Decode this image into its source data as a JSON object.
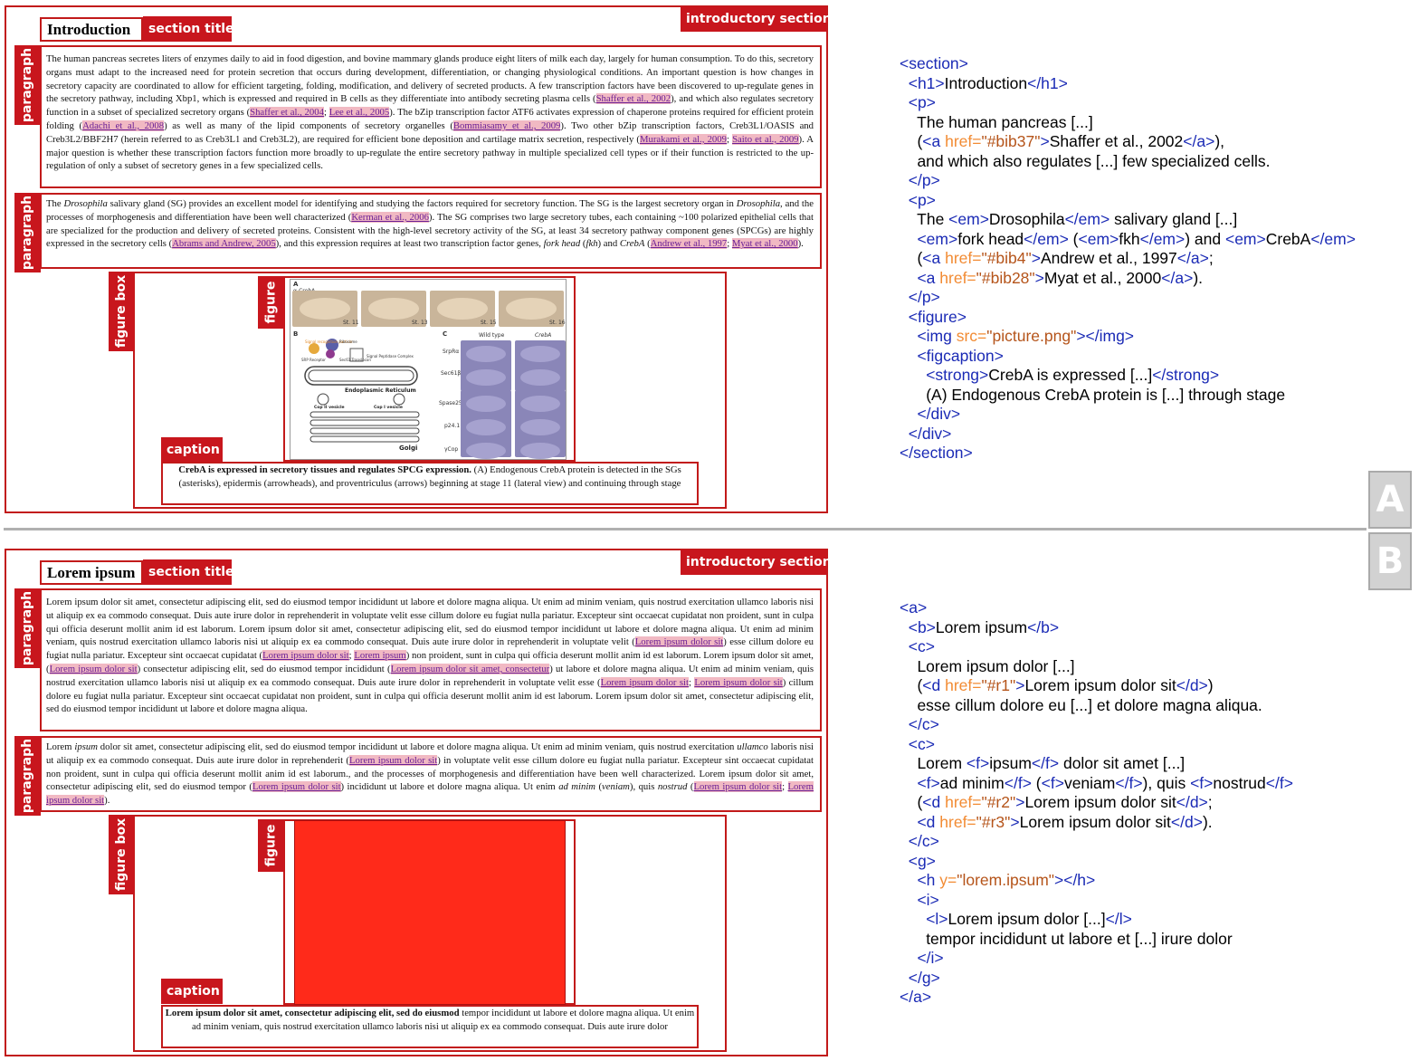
{
  "colors": {
    "tag_red": "#c8161d",
    "box_red": "#c21a1a",
    "ref_highlight": "#f1b9c3",
    "code_tag": "#1a2ab5",
    "code_attr": "#f28b33",
    "code_value": "#b5541a",
    "placeholder_figure": "#ff2a1a"
  },
  "labels": {
    "section_title": "section title",
    "introductory_section": "introductory section",
    "paragraph": "paragraph",
    "figure_box": "figure box",
    "figure": "figure",
    "caption": "caption",
    "panel_a": "A",
    "panel_b": "B"
  },
  "panel_a": {
    "heading": "Introduction",
    "para1": [
      {
        "t": "The human pancreas secretes liters of enzymes daily to aid in food digestion, and bovine mammary glands produce eight liters of milk each day, largely for human consumption. To do this, secretory organs must adapt to the increased need for protein secretion that occurs during development, differentiation, or changing physiological conditions. An important question is how changes in secretory capacity are coordinated to allow for efficient targeting, folding, modification, and delivery of secreted products. A few transcription factors have been discovered to up-regulate genes in the secretory pathway, including Xbp1, which is expressed and required in B cells as they differentiate into antibody secreting plasma cells ("
      },
      {
        "r": "Shaffer et al., 2002"
      },
      {
        "t": "), and which also regulates secretory function in a subset of specialized secretory organs ("
      },
      {
        "r": "Shaffer et al., 2004"
      },
      {
        "t": "; "
      },
      {
        "r": "Lee et al., 2005"
      },
      {
        "t": "). The bZip transcription factor ATF6 activates expression of chaperone proteins required for efficient protein folding ("
      },
      {
        "r": "Adachi et al., 2008"
      },
      {
        "t": ") as well as many of the lipid components of secretory organelles ("
      },
      {
        "r": "Bommiasamy et al., 2009"
      },
      {
        "t": "). Two other bZip transcription factors, Creb3L1/OASIS and Creb3L2/BBF2H7 (herein referred to as Creb3L1 and Creb3L2), are required for efficient bone deposition and cartilage matrix secretion, respectively ("
      },
      {
        "r": "Murakami et al., 2009"
      },
      {
        "t": "; "
      },
      {
        "r": "Saito et al., 2009"
      },
      {
        "t": "). A major question is whether these transcription factors function more broadly to up-regulate the entire secretory pathway in multiple specialized cell types or if their function is restricted to the up-regulation of only a subset of secretory genes in a few specialized cells."
      }
    ],
    "para2": [
      {
        "t": "The "
      },
      {
        "i": "Drosophila"
      },
      {
        "t": " salivary gland (SG) provides an excellent model for identifying and studying the factors required for secretory function. The SG is the largest secretory organ in "
      },
      {
        "i": "Drosophila"
      },
      {
        "t": ", and the processes of morphogenesis and differentiation have been well characterized ("
      },
      {
        "r": "Kerman et al., 2006"
      },
      {
        "t": "). The SG comprises two large secretory tubes, each containing ~100 polarized epithelial cells that are specialized for the production and delivery of secreted proteins. Consistent with the high-level secretory activity of the SG, at least 34 secretory pathway component genes (SPCGs) are highly expressed in the secretory cells ("
      },
      {
        "r": "Abrams and Andrew, 2005"
      },
      {
        "t": "), and this expression requires at least two transcription factor genes, "
      },
      {
        "i": "fork head"
      },
      {
        "t": " ("
      },
      {
        "i": "fkh"
      },
      {
        "t": ") and "
      },
      {
        "i": "CrebA"
      },
      {
        "t": " ("
      },
      {
        "r": "Andrew et al., 1997"
      },
      {
        "t": "; "
      },
      {
        "r": "Myat et al., 2000"
      },
      {
        "t": ")."
      }
    ],
    "caption": [
      {
        "b": "CrebA is expressed in secretory tissues and regulates SPCG expression."
      },
      {
        "t": " (A) Endogenous CrebA protein is detected in the SGs (asterisks), epidermis (arrowheads), and proventriculus (arrows) beginning at stage 11 (lateral view) and continuing through stage"
      }
    ],
    "figure": {
      "panel_a_label": "A",
      "panel_a_sub": "α-CrebA",
      "stages": [
        "St. 11",
        "St. 13",
        "St. 15",
        "St. 16"
      ],
      "panel_b_label": "B",
      "panel_c_label": "C",
      "col_headers": [
        "Wild type",
        "CrebA"
      ],
      "row_labels": [
        "SrpRα",
        "Sec61β",
        "Spase25",
        "p24.1",
        "γCop"
      ],
      "diagram_labels": [
        "Signal recognition particle",
        "Ribosome",
        "Sec61 Translocon",
        "SRP Receptor",
        "Signal Peptidase Complex",
        "Endoplasmic Reticulum",
        "Cop II vesicle",
        "Cop I vesicle",
        "Golgi"
      ]
    }
  },
  "panel_b": {
    "heading": "Lorem ipsum",
    "para1": [
      {
        "t": "Lorem ipsum dolor sit amet, consectetur adipiscing elit, sed do eiusmod tempor incididunt ut labore et dolore magna aliqua. Ut enim ad minim veniam, quis nostrud exercitation ullamco laboris nisi ut aliquip ex ea commodo consequat. Duis aute irure dolor in reprehenderit in voluptate velit esse cillum dolore eu fugiat nulla pariatur. Excepteur sint occaecat cupidatat non proident, sunt in culpa qui officia deserunt mollit anim id est laborum. Lorem ipsum dolor sit amet, consectetur adipiscing elit, sed do eiusmod tempor incididunt ut labore et dolore magna aliqua. Ut enim ad minim veniam, quis nostrud exercitation ullamco laboris nisi ut aliquip ex ea commodo consequat. Duis aute irure dolor in reprehenderit in voluptate velit ("
      },
      {
        "r": "Lorem ipsum dolor sit"
      },
      {
        "t": ") esse cillum dolore eu fugiat nulla pariatur. Excepteur sint occaecat cupidatat ("
      },
      {
        "r": "Lorem ipsum dolor sit"
      },
      {
        "t": "; "
      },
      {
        "r": "Lorem ipsum"
      },
      {
        "t": ") non proident, sunt in culpa qui officia deserunt mollit anim id est laborum. Lorem ipsum dolor sit amet, ("
      },
      {
        "r": "Lorem ipsum dolor sit"
      },
      {
        "t": ") consectetur adipiscing elit, sed do eiusmod tempor incididunt ("
      },
      {
        "r": "Lorem ipsum dolor sit amet, consectetur"
      },
      {
        "t": ") ut labore et dolore magna aliqua. Ut enim ad minim veniam, quis nostrud exercitation ullamco laboris nisi ut aliquip ex ea commodo consequat. Duis aute irure dolor in reprehenderit in voluptate velit esse ("
      },
      {
        "r": "Lorem ipsum dolor sit"
      },
      {
        "t": "; "
      },
      {
        "r": "Lorem ipsum dolor sit"
      },
      {
        "t": ") cillum dolore eu fugiat nulla pariatur. Excepteur sint occaecat cupidatat non proident, sunt in culpa qui officia deserunt mollit anim id est laborum. Lorem ipsum dolor sit amet, consectetur adipiscing elit, sed do eiusmod tempor incididunt ut labore et dolore magna aliqua."
      }
    ],
    "para2": [
      {
        "t": "Lorem "
      },
      {
        "i": "ipsum"
      },
      {
        "t": " dolor sit amet, consectetur adipiscing elit, sed do eiusmod tempor incididunt ut labore et dolore magna aliqua. Ut enim ad minim veniam, quis nostrud exercitation "
      },
      {
        "i": "ullamco"
      },
      {
        "t": " laboris nisi ut aliquip ex ea commodo consequat. Duis aute irure dolor in reprehenderit ("
      },
      {
        "r": "Lorem ipsum dolor sit"
      },
      {
        "t": ") in voluptate velit esse cillum dolore eu fugiat nulla pariatur. Excepteur sint occaecat cupidatat non proident, sunt in culpa qui officia deserunt mollit anim id est laborum., and the processes of morphogenesis and differentiation have been well characterized. Lorem ipsum dolor sit amet, consectetur adipiscing elit, sed do eiusmod tempor ("
      },
      {
        "r": "Lorem ipsum dolor sit"
      },
      {
        "t": ") incididunt ut labore et dolore magna aliqua. Ut enim "
      },
      {
        "i": "ad minim"
      },
      {
        "t": " ("
      },
      {
        "i": "veniam"
      },
      {
        "t": "), quis "
      },
      {
        "i": "nostrud"
      },
      {
        "t": " ("
      },
      {
        "r": "Lorem ipsum dolor sit"
      },
      {
        "t": "; "
      },
      {
        "r": "Lorem ipsum dolor sit"
      },
      {
        "t": ")."
      }
    ],
    "caption": [
      {
        "b": "Lorem ipsum dolor sit amet, consectetur adipiscing elit, sed do eiusmod"
      },
      {
        "t": " tempor incididunt ut labore et dolore magna aliqua. Ut enim ad minim veniam, quis nostrud exercitation ullamco laboris nisi ut aliquip ex ea commodo consequat. Duis aute irure dolor"
      }
    ]
  },
  "code_a": [
    [
      {
        "t": "<section>"
      }
    ],
    [
      {
        "p": "  "
      },
      {
        "t": "<h1>"
      },
      {
        "x": "Introduction"
      },
      {
        "t": "</h1>"
      }
    ],
    [
      {
        "p": "  "
      },
      {
        "t": "<p>"
      }
    ],
    [
      {
        "p": "    "
      },
      {
        "x": "The human pancreas [...]"
      }
    ],
    [
      {
        "p": "    "
      },
      {
        "x": "("
      },
      {
        "t": "<a "
      },
      {
        "a": "href="
      },
      {
        "v": "\"#bib37\""
      },
      {
        "t": ">"
      },
      {
        "x": "Shaffer et al., 2002"
      },
      {
        "t": "</a>"
      },
      {
        "x": "),"
      }
    ],
    [
      {
        "p": "    "
      },
      {
        "x": "and which also regulates [...] few specialized cells."
      }
    ],
    [
      {
        "p": "  "
      },
      {
        "t": "</p>"
      }
    ],
    [
      {
        "p": "  "
      },
      {
        "t": "<p>"
      }
    ],
    [
      {
        "p": "    "
      },
      {
        "x": "The "
      },
      {
        "t": "<em>"
      },
      {
        "x": "Drosophila"
      },
      {
        "t": "</em>"
      },
      {
        "x": " salivary gland [...]"
      }
    ],
    [
      {
        "p": "    "
      },
      {
        "t": "<em>"
      },
      {
        "x": "fork head"
      },
      {
        "t": "</em>"
      },
      {
        "x": " ("
      },
      {
        "t": "<em>"
      },
      {
        "x": "fkh"
      },
      {
        "t": "</em>"
      },
      {
        "x": ") and "
      },
      {
        "t": "<em>"
      },
      {
        "x": "CrebA"
      },
      {
        "t": "</em>"
      }
    ],
    [
      {
        "p": "    "
      },
      {
        "x": "("
      },
      {
        "t": "<a "
      },
      {
        "a": "href="
      },
      {
        "v": "\"#bib4\""
      },
      {
        "t": ">"
      },
      {
        "x": "Andrew et al., 1997"
      },
      {
        "t": "</a>"
      },
      {
        "x": ";"
      }
    ],
    [
      {
        "p": "    "
      },
      {
        "t": "<a "
      },
      {
        "a": "href="
      },
      {
        "v": "\"#bib28\""
      },
      {
        "t": ">"
      },
      {
        "x": "Myat et al., 2000"
      },
      {
        "t": "</a>"
      },
      {
        "x": ")."
      }
    ],
    [
      {
        "p": "  "
      },
      {
        "t": "</p>"
      }
    ],
    [
      {
        "p": "  "
      },
      {
        "t": "<figure>"
      }
    ],
    [
      {
        "p": "    "
      },
      {
        "t": "<img "
      },
      {
        "a": "src="
      },
      {
        "v": "\"picture.png\""
      },
      {
        "t": "></img>"
      }
    ],
    [
      {
        "p": "    "
      },
      {
        "t": "<figcaption>"
      }
    ],
    [
      {
        "p": "      "
      },
      {
        "t": "<strong>"
      },
      {
        "x": "CrebA is expressed [...]"
      },
      {
        "t": "</strong>"
      }
    ],
    [
      {
        "p": "      "
      },
      {
        "x": "(A) Endogenous CrebA protein is [...] through stage"
      }
    ],
    [
      {
        "p": "    "
      },
      {
        "t": "</div>"
      }
    ],
    [
      {
        "p": "  "
      },
      {
        "t": "</div>"
      }
    ],
    [
      {
        "t": "</section>"
      }
    ]
  ],
  "code_b": [
    [
      {
        "t": "<a>"
      }
    ],
    [
      {
        "p": "  "
      },
      {
        "t": "<b>"
      },
      {
        "x": "Lorem ipsum"
      },
      {
        "t": "</b>"
      }
    ],
    [
      {
        "p": "  "
      },
      {
        "t": "<c>"
      }
    ],
    [
      {
        "p": "    "
      },
      {
        "x": "Lorem ipsum dolor [...]"
      }
    ],
    [
      {
        "p": "    "
      },
      {
        "x": "("
      },
      {
        "t": "<d "
      },
      {
        "a": "href="
      },
      {
        "v": "\"#r1\""
      },
      {
        "t": ">"
      },
      {
        "x": "Lorem ipsum dolor sit"
      },
      {
        "t": "</d>"
      },
      {
        "x": ")"
      }
    ],
    [
      {
        "p": "    "
      },
      {
        "x": "esse cillum dolore eu [...] et dolore magna aliqua."
      }
    ],
    [
      {
        "p": "  "
      },
      {
        "t": "</c>"
      }
    ],
    [
      {
        "p": "  "
      },
      {
        "t": "<c>"
      }
    ],
    [
      {
        "p": "    "
      },
      {
        "x": "Lorem "
      },
      {
        "t": "<f>"
      },
      {
        "x": "ipsum"
      },
      {
        "t": "</f>"
      },
      {
        "x": " dolor sit amet [...]"
      }
    ],
    [
      {
        "p": "    "
      },
      {
        "t": "<f>"
      },
      {
        "x": "ad minim"
      },
      {
        "t": "</f>"
      },
      {
        "x": " ("
      },
      {
        "t": "<f>"
      },
      {
        "x": "veniam"
      },
      {
        "t": "</f>"
      },
      {
        "x": "), quis "
      },
      {
        "t": "<f>"
      },
      {
        "x": "nostrud"
      },
      {
        "t": "</f>"
      }
    ],
    [
      {
        "p": "    "
      },
      {
        "x": "("
      },
      {
        "t": "<d "
      },
      {
        "a": "href="
      },
      {
        "v": "\"#r2\""
      },
      {
        "t": ">"
      },
      {
        "x": "Lorem ipsum dolor sit"
      },
      {
        "t": "</d>"
      },
      {
        "x": ";"
      }
    ],
    [
      {
        "p": "    "
      },
      {
        "t": "<d "
      },
      {
        "a": "href="
      },
      {
        "v": "\"#r3\""
      },
      {
        "t": ">"
      },
      {
        "x": "Lorem ipsum dolor sit"
      },
      {
        "t": "</d>"
      },
      {
        "x": ")."
      }
    ],
    [
      {
        "p": "  "
      },
      {
        "t": "</c>"
      }
    ],
    [
      {
        "p": "  "
      },
      {
        "t": "<g>"
      }
    ],
    [
      {
        "p": "    "
      },
      {
        "t": "<h "
      },
      {
        "a": "y="
      },
      {
        "v": "\"lorem.ipsum\""
      },
      {
        "t": "></h>"
      }
    ],
    [
      {
        "p": "    "
      },
      {
        "t": "<i>"
      }
    ],
    [
      {
        "p": "      "
      },
      {
        "t": "<l>"
      },
      {
        "x": "Lorem ipsum dolor [...]"
      },
      {
        "t": "</l>"
      }
    ],
    [
      {
        "p": "      "
      },
      {
        "x": "tempor incididunt ut labore et [...] irure dolor"
      }
    ],
    [
      {
        "p": "    "
      },
      {
        "t": "</i>"
      }
    ],
    [
      {
        "p": "  "
      },
      {
        "t": "</g>"
      }
    ],
    [
      {
        "t": "</a>"
      }
    ]
  ]
}
